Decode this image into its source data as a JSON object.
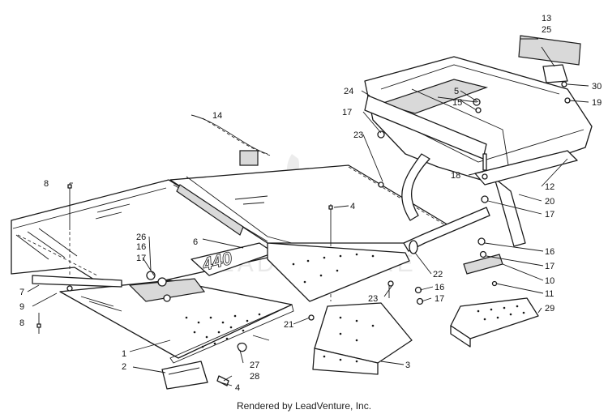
{
  "callouts": {
    "c1": "1",
    "c2": "2",
    "c3": "3",
    "c4a": "4",
    "c4b": "4",
    "c5": "5",
    "c6": "6",
    "c7": "7",
    "c8a": "8",
    "c8b": "8",
    "c9": "9",
    "c10": "10",
    "c11": "11",
    "c12": "12",
    "c13": "13",
    "c14": "14",
    "c15": "15",
    "c16a": "16",
    "c16b": "16",
    "c16c": "16",
    "c17a": "17",
    "c17b": "17",
    "c17c": "17",
    "c17d": "17",
    "c17e": "17",
    "c18": "18",
    "c19": "19",
    "c20": "20",
    "c21": "21",
    "c22": "22",
    "c23a": "23",
    "c23b": "23",
    "c24": "24",
    "c25": "25",
    "c26": "26",
    "c27": "27",
    "c28": "28",
    "c29": "29",
    "c30": "30"
  },
  "decal_text": "440",
  "watermark_text": "LEADVENTURE",
  "footer": "Rendered by LeadVenture, Inc."
}
